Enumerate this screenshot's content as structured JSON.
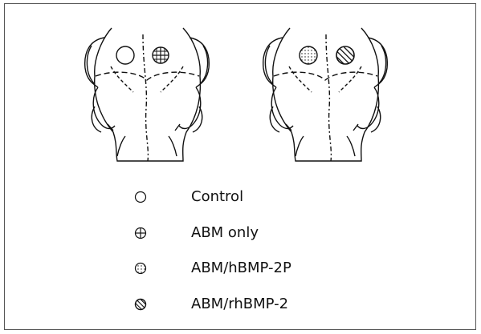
{
  "legend": [
    {
      "label": "Control",
      "symbol": "empty-circle-icon"
    },
    {
      "label": "ABM only",
      "symbol": "crossed-circle-icon"
    },
    {
      "label": "ABM/hBMP-2P",
      "symbol": "dotted-circle-icon"
    },
    {
      "label": "ABM/rhBMP-2",
      "symbol": "hatched-circle-icon"
    }
  ],
  "colors": {
    "stroke": "#111111",
    "border": "#555555",
    "background": "#ffffff"
  }
}
